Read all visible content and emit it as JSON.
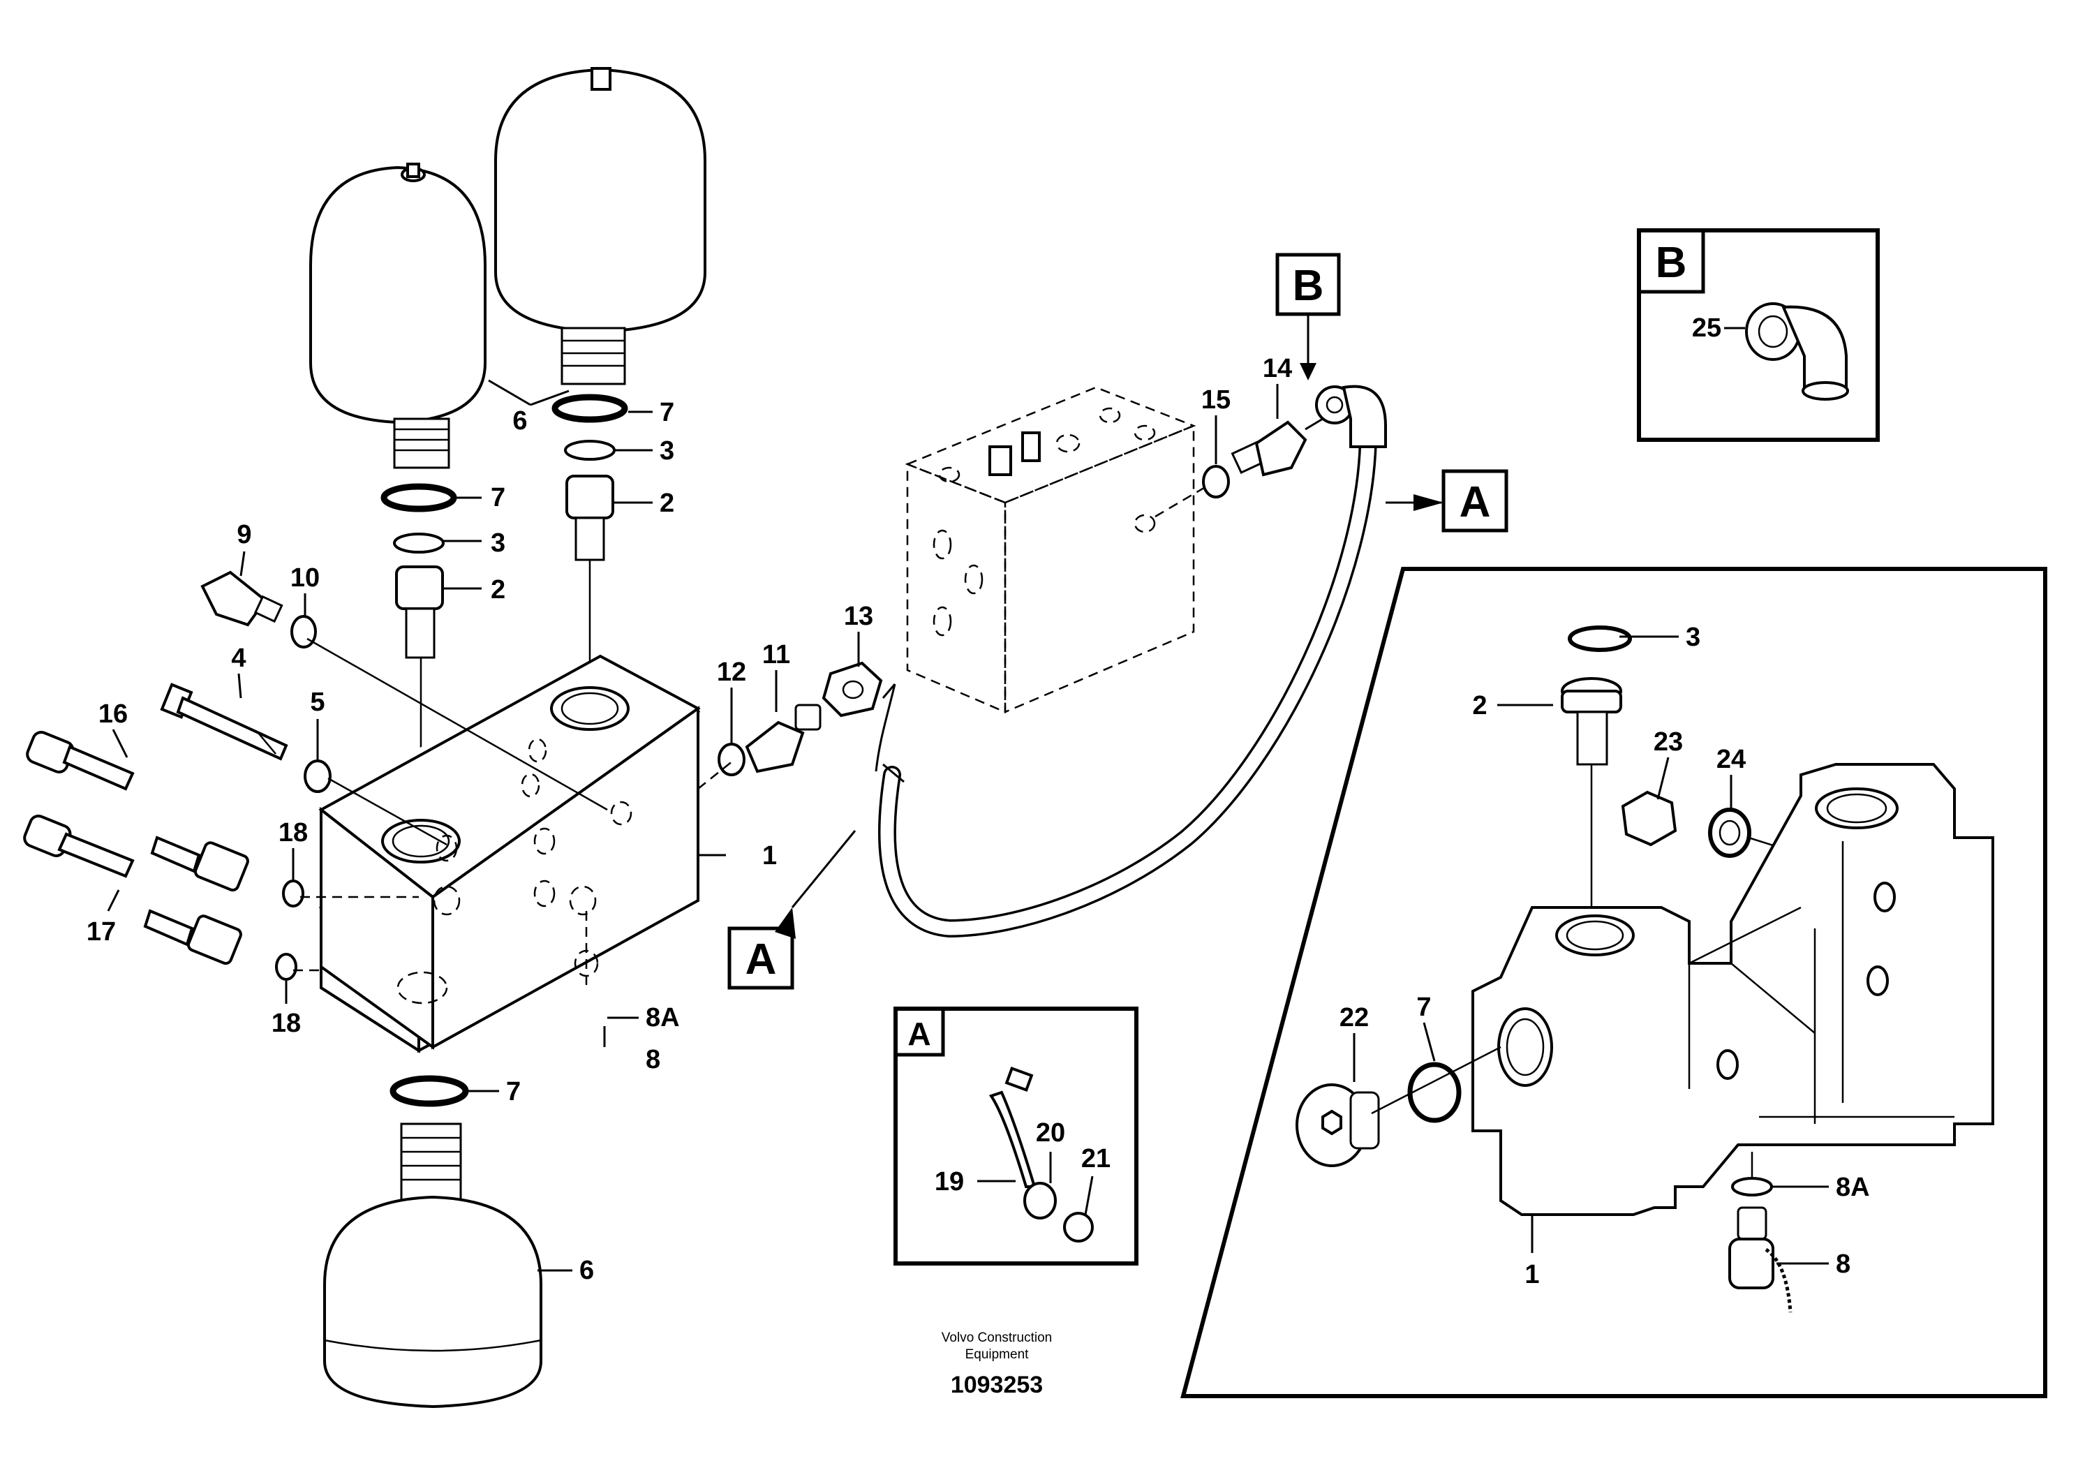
{
  "diagram": {
    "inset_a_label": "A",
    "inset_b_label": "B",
    "callout_box_a": "A",
    "callout_box_b": "B",
    "callouts": {
      "c1": "1",
      "c1b": "1",
      "c2a": "2",
      "c2b": "2",
      "c2c": "2",
      "c3a": "3",
      "c3b": "3",
      "c3c": "3",
      "c4": "4",
      "c5": "5",
      "c6a": "6",
      "c6b": "6",
      "c7a": "7",
      "c7b": "7",
      "c7c": "7",
      "c7d": "7",
      "c8": "8",
      "c8b": "8",
      "c8aa": "8A",
      "c8ab": "8A",
      "c9": "9",
      "c10": "10",
      "c11": "11",
      "c12": "12",
      "c13": "13",
      "c14": "14",
      "c15": "15",
      "c16": "16",
      "c17": "17",
      "c18a": "18",
      "c18b": "18",
      "c19": "19",
      "c20": "20",
      "c21": "21",
      "c22": "22",
      "c23": "23",
      "c24": "24",
      "c25": "25"
    },
    "credit_line1": "Volvo Construction",
    "credit_line2": "Equipment",
    "document_number": "1093253"
  }
}
